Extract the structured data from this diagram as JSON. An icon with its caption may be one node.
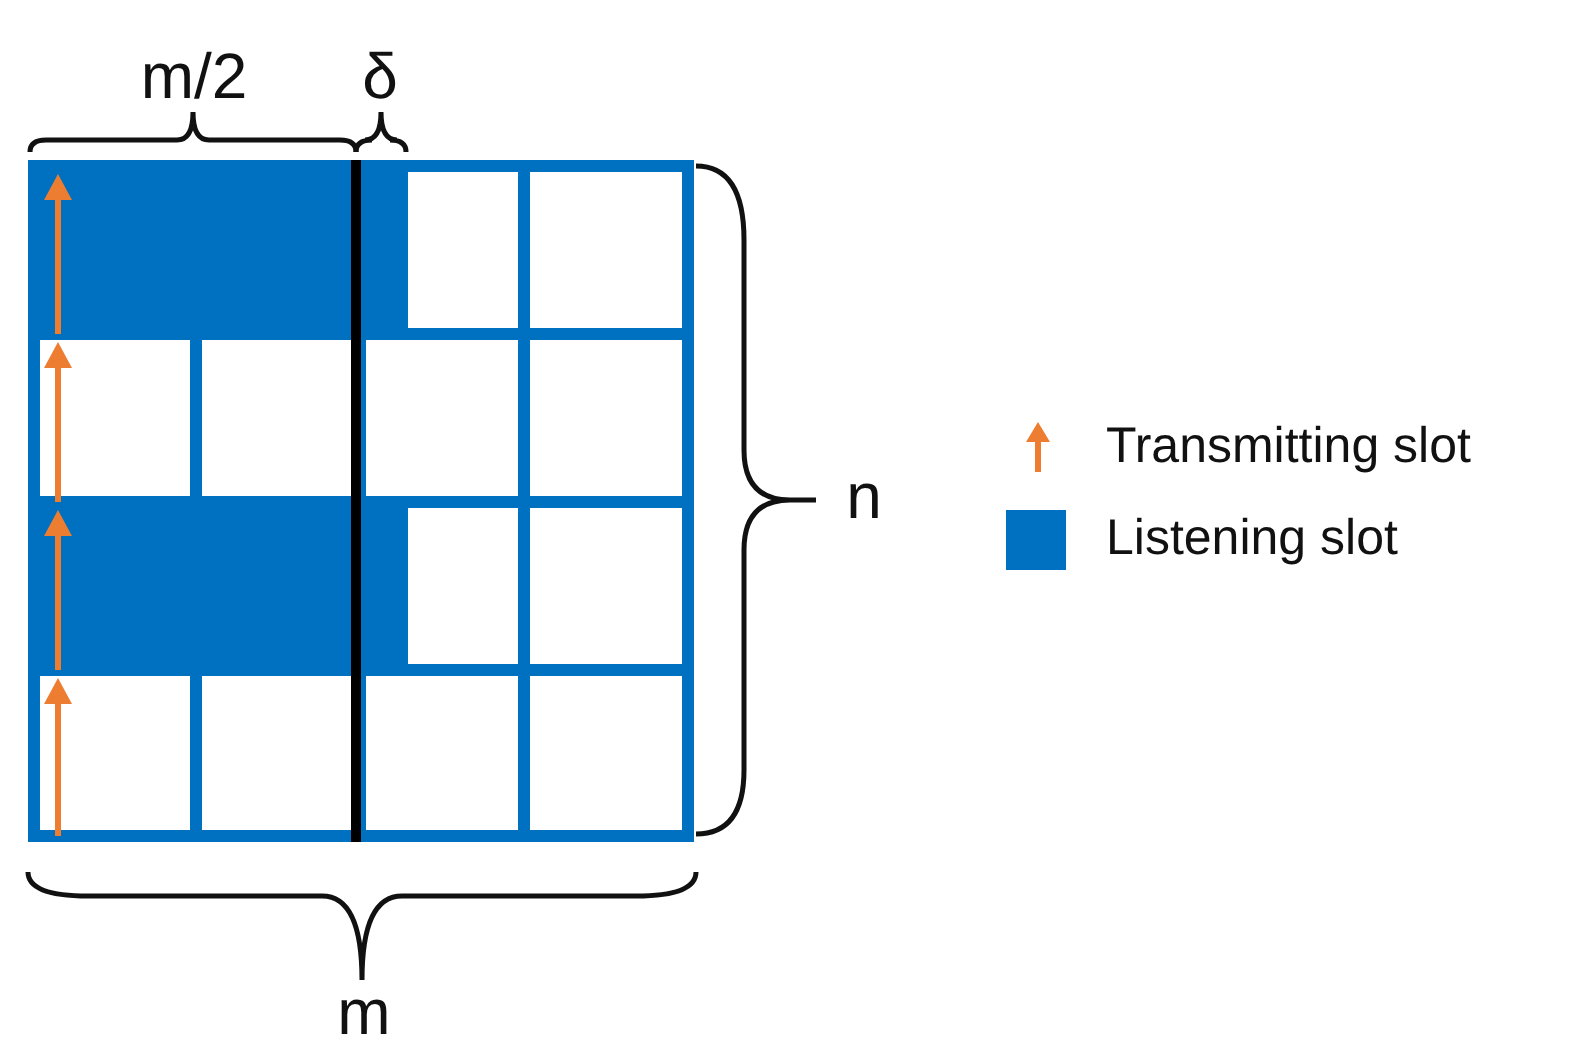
{
  "diagram": {
    "labels": [
      "m/2",
      "δ",
      "n",
      "m"
    ],
    "legend": [
      {
        "text": "Transmitting slot"
      },
      {
        "text": "Listening slot",
        "color": "#0070c0"
      }
    ]
  }
}
